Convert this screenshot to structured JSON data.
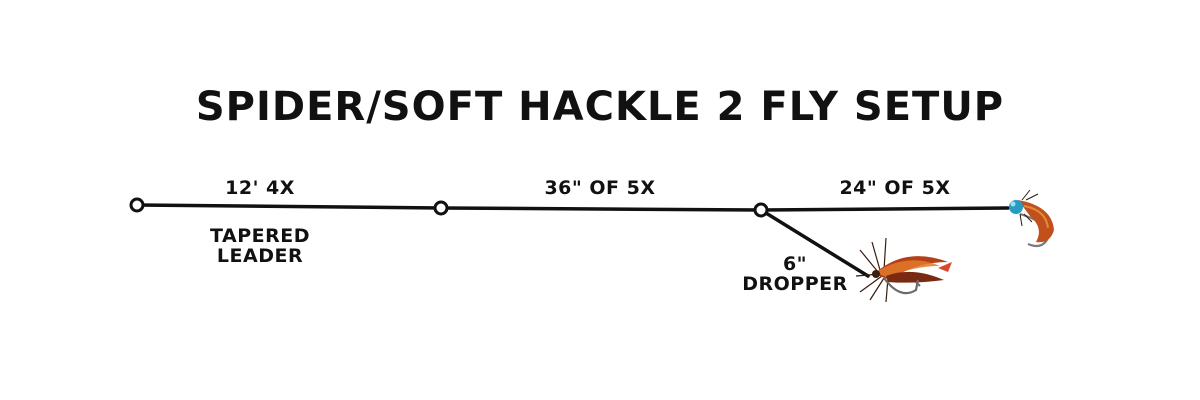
{
  "title": "SPIDER/SOFT HACKLE 2 FLY SETUP",
  "sections": {
    "leader": {
      "label": "12' 4X",
      "sublabel_line1": "TAPERED",
      "sublabel_line2": "LEADER"
    },
    "middle": {
      "label": "36\" OF 5X"
    },
    "point": {
      "label": "24\" OF 5X"
    },
    "dropper": {
      "label_line1": "6\"",
      "label_line2": "DROPPER"
    }
  },
  "colors": {
    "line": "#111111",
    "knot_fill": "#ffffff",
    "fly_body": "#c0501c",
    "fly_head": "#2a9bc0",
    "hackle": "#7a3b1a"
  },
  "icons": {
    "dropper_fly": "soft-hackle-fly-icon",
    "point_fly": "spider-nymph-fly-icon"
  }
}
